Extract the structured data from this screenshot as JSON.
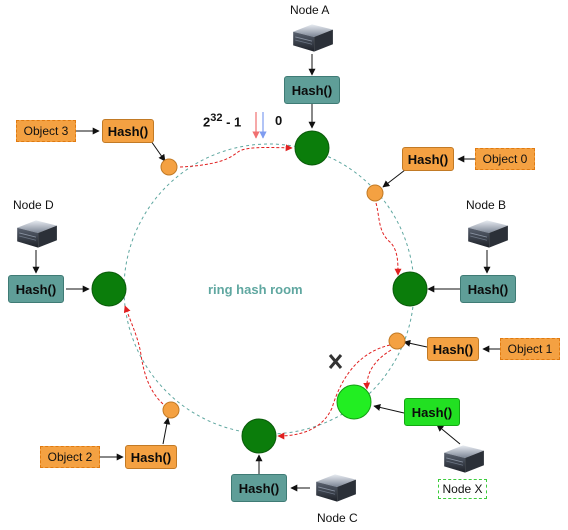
{
  "ring": {
    "label": "ring hash room",
    "max_base": "2",
    "max_exp": "32",
    "max_tail": " - 1",
    "zero": "0"
  },
  "hash_label": "Hash()",
  "nodes": {
    "a": {
      "label": "Node A"
    },
    "b": {
      "label": "Node B"
    },
    "c": {
      "label": "Node C"
    },
    "d": {
      "label": "Node D"
    },
    "x": {
      "label": "Node X"
    }
  },
  "objects": {
    "o0": {
      "label": "Object 0"
    },
    "o1": {
      "label": "Object 1"
    },
    "o2": {
      "label": "Object 2"
    },
    "o3": {
      "label": "Object 3"
    }
  },
  "colors": {
    "node_dot": "#0b7d0b",
    "new_node_dot": "#22ee22",
    "object_dot": "#f4a142",
    "ring": "#5fa7a0",
    "mapping_arrow": "#e02020"
  }
}
